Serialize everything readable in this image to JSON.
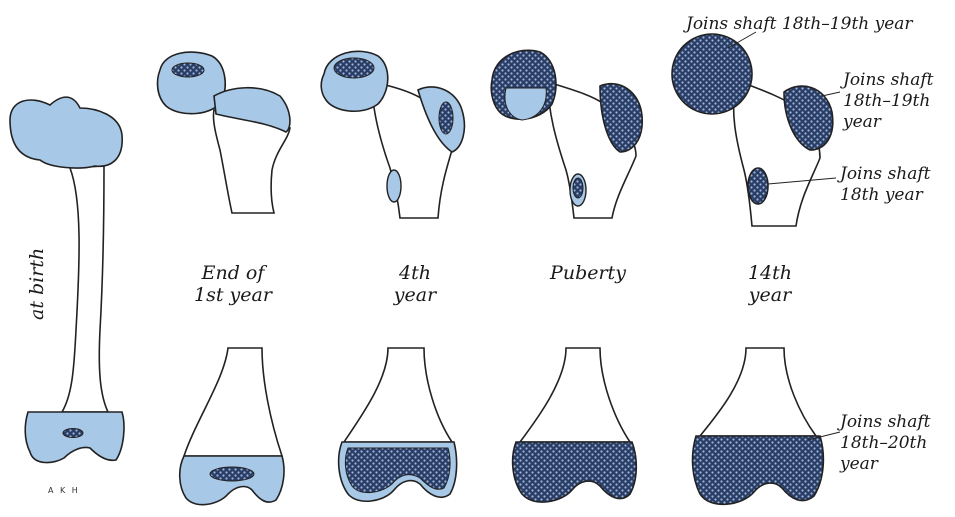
{
  "colors": {
    "cartilage": "#a8c8e8",
    "ossified": "#1e2f52",
    "outline": "#222222",
    "bone": "#ffffff"
  },
  "labels": {
    "at_birth": "at birth",
    "stage1_line1": "End of",
    "stage1_line2": "1st year",
    "stage2_line1": "4th",
    "stage2_line2": "year",
    "stage3_line1": "Puberty",
    "stage4_line1": "14th",
    "stage4_line2": "year",
    "signature": "A K H"
  },
  "annotations": {
    "head": "Joins shaft 18th–19th year",
    "greater_troch_line1": "Joins shaft",
    "greater_troch_line2": "18th–19th",
    "greater_troch_line3": "year",
    "lesser_troch_line1": "Joins shaft",
    "lesser_troch_line2": "18th year",
    "distal_line1": "Joins shaft",
    "distal_line2": "18th–20th",
    "distal_line3": "year"
  }
}
